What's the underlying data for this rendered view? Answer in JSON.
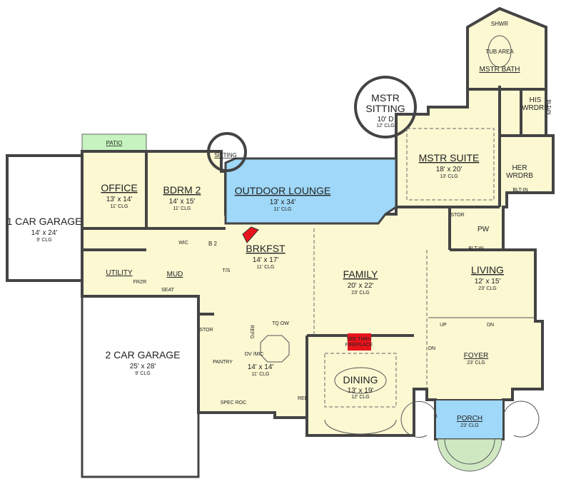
{
  "colors": {
    "interior": "#fbf8d2",
    "outdoor_lounge": "#9fd8f8",
    "porch": "#9fd8f8",
    "patio": "#c6f3bf",
    "steps": "#cfe8c2",
    "fireplace": "#e8141c",
    "wall": "#444444"
  },
  "rooms": {
    "one_car_garage": {
      "name": "1 CAR GARAGE",
      "size": "14' x 24'",
      "clg": "9' CLG"
    },
    "two_car_garage": {
      "name": "2 CAR GARAGE",
      "size": "25' x 28'",
      "clg": "9' CLG"
    },
    "office": {
      "name": "OFFICE",
      "size": "13' x 14'",
      "clg": "11' CLG"
    },
    "bdrm2": {
      "name": "BDRM 2",
      "size": "14' x 15'",
      "clg": "11' CLG"
    },
    "outdoor_lounge": {
      "name": "OUTDOOR LOUNGE",
      "size": "13' x 34'",
      "clg": "11' CLG"
    },
    "mstr_sitting": {
      "name1": "MSTR",
      "name2": "SITTING",
      "size": "10' D",
      "clg": "12' CLG"
    },
    "mstr_suite": {
      "name": "MSTR SUITE",
      "size": "18' x 20'",
      "clg": "13' CLG"
    },
    "mstr_bath": {
      "name": "MSTR BATH",
      "shwr": "SHWR",
      "tub": "TUB AREA"
    },
    "his_wrdrb": {
      "name1": "HIS",
      "name2": "WRDRB",
      "bltin": "BLT-IN"
    },
    "her_wrdrb": {
      "name1": "HER",
      "name2": "WRDRB",
      "bltin": "BLT-IN"
    },
    "brkfst": {
      "name": "BRKFST",
      "size": "14' x 17'",
      "clg": "11' CLG"
    },
    "family": {
      "name": "FAMILY",
      "size": "20' x 22'",
      "clg": "23' CLG"
    },
    "living": {
      "name": "LIVING",
      "size": "12' x 15'",
      "clg": "23' CLG"
    },
    "foyer": {
      "name": "FOYER",
      "clg": "23' CLG",
      "up": "UP",
      "dn1": "DN",
      "dn2": "DN"
    },
    "dining": {
      "name": "DINING",
      "size": "13' x 19'",
      "clg": "12' CLG"
    },
    "kitchen": {
      "size": "14' x 14'",
      "clg": "11' CLG",
      "refg": "REFG",
      "ovmic": "OV /MIC",
      "spec_roc": "SPEC ROC",
      "ref": "REF",
      "tq_ow": "TQ OW"
    },
    "porch": {
      "name": "PORCH",
      "clg": "23' CLG"
    },
    "patio": {
      "name": "PATIO"
    },
    "sitting": {
      "name": "SITTING"
    },
    "utility": {
      "name": "UTILITY",
      "frzr": "FRZR"
    },
    "mud": {
      "name": "MUD",
      "seat": "SEAT"
    },
    "wic": {
      "name": "WIC"
    },
    "b2": {
      "name": "B 2",
      "ts": "T/S"
    },
    "stor_kitchen": {
      "name": "STOR"
    },
    "pantry": {
      "name": "PANTRY"
    },
    "stor_pw": {
      "name": "STOR"
    },
    "pw": {
      "name": "PW",
      "bltin": "BLT-IN"
    },
    "fireplace": {
      "line1": "SEE THRU",
      "line2": "FIREPLACE"
    }
  }
}
